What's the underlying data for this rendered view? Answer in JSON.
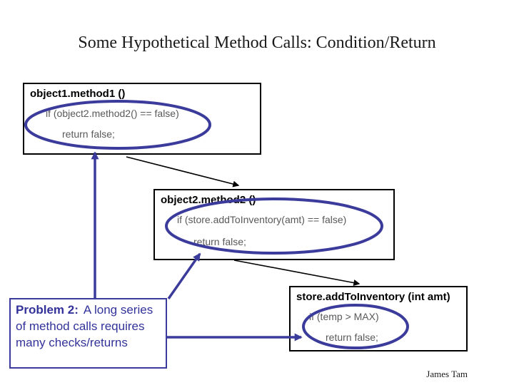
{
  "slide_title": "Some Hypothetical Method Calls: Condition/Return",
  "boxes": [
    {
      "title": "object1.method1 ()",
      "line1": "if (object2.method2() == false)",
      "line2": "return false;"
    },
    {
      "title": "object2.method2 ()",
      "line1": "if (store.addToInventory(amt) == false)",
      "line2": "return false;"
    },
    {
      "title": "store.addToInventory (int amt)",
      "line1": "if (temp > MAX)",
      "line2": "return false;"
    }
  ],
  "problem_box": {
    "label": "Problem 2:",
    "text": "A long series of method calls requires many checks/returns"
  },
  "footer": "James Tam",
  "colors": {
    "accent_blue": "#3b3b9b",
    "accent_text": "#32329a",
    "code_gray": "#595959",
    "border_black": "#000000"
  }
}
